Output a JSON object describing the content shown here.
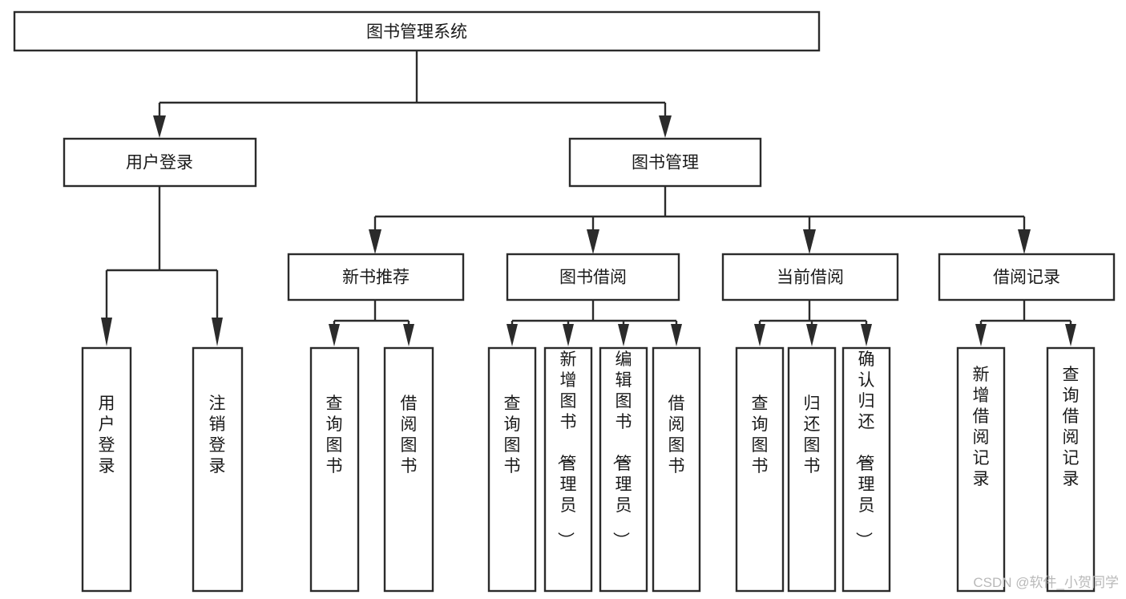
{
  "diagram": {
    "title_node": {
      "label": "图书管理系统"
    },
    "level1": [
      {
        "id": "user-login",
        "label": "用户登录"
      },
      {
        "id": "book-manage",
        "label": "图书管理"
      }
    ],
    "level2": [
      {
        "id": "new-book-recommend",
        "label": "新书推荐",
        "parent": "book-manage"
      },
      {
        "id": "book-borrow",
        "label": "图书借阅",
        "parent": "book-manage"
      },
      {
        "id": "current-borrow",
        "label": "当前借阅",
        "parent": "book-manage"
      },
      {
        "id": "borrow-record",
        "label": "借阅记录",
        "parent": "book-manage"
      }
    ],
    "leaves": [
      {
        "id": "leaf-user-login",
        "label": "用户登录",
        "parent": "user-login"
      },
      {
        "id": "leaf-logout-login",
        "label": "注销登录",
        "parent": "user-login"
      },
      {
        "id": "leaf-query-book-1",
        "label": "查询图书",
        "parent": "new-book-recommend"
      },
      {
        "id": "leaf-borrow-book-1",
        "label": "借阅图书",
        "parent": "new-book-recommend"
      },
      {
        "id": "leaf-query-book-2",
        "label": "查询图书",
        "parent": "book-borrow"
      },
      {
        "id": "leaf-add-book",
        "label": "新增图书（管理员）",
        "parent": "book-borrow"
      },
      {
        "id": "leaf-edit-book",
        "label": "编辑图书（管理员）",
        "parent": "book-borrow"
      },
      {
        "id": "leaf-borrow-book-2",
        "label": "借阅图书",
        "parent": "book-borrow"
      },
      {
        "id": "leaf-query-book-3",
        "label": "查询图书",
        "parent": "current-borrow"
      },
      {
        "id": "leaf-return-book",
        "label": "归还图书",
        "parent": "current-borrow"
      },
      {
        "id": "leaf-confirm-return",
        "label": "确认归还（管理员）",
        "parent": "current-borrow"
      },
      {
        "id": "leaf-add-record",
        "label": "新增借阅记录",
        "parent": "borrow-record"
      },
      {
        "id": "leaf-query-record",
        "label": "查询借阅记录",
        "parent": "borrow-record"
      }
    ],
    "watermark": {
      "text": "CSDN @软件_小贺同学"
    },
    "colors": {
      "stroke": "#2b2b2b",
      "fill": "#ffffff",
      "text": "#1a1a1a",
      "watermark": "#b9b9b9",
      "background": "#ffffff"
    }
  }
}
